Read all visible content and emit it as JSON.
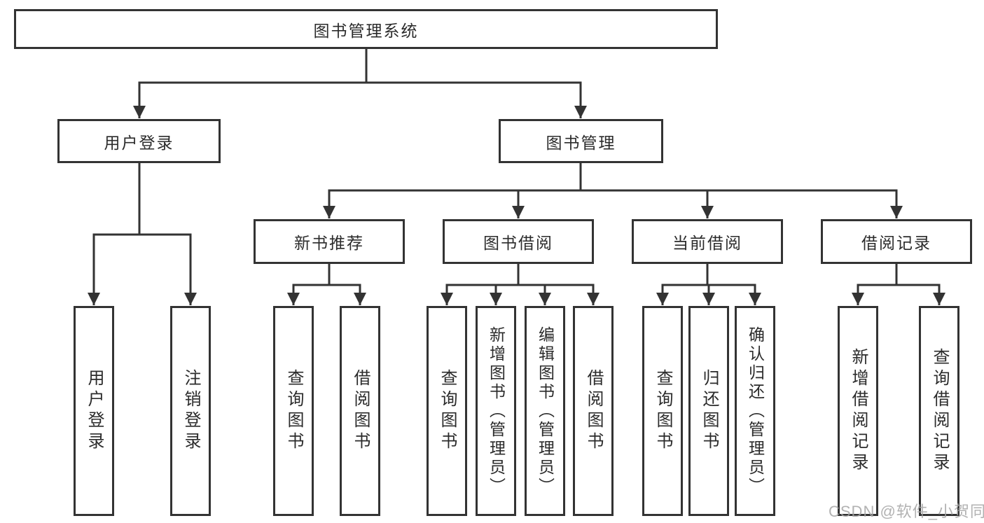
{
  "tree": {
    "label": "图书管理系统",
    "children": [
      {
        "label": "用户登录",
        "children": [
          {
            "label": "用户登录"
          },
          {
            "label": "注销登录"
          }
        ]
      },
      {
        "label": "图书管理",
        "children": [
          {
            "label": "新书推荐",
            "children": [
              {
                "label": "查询图书"
              },
              {
                "label": "借阅图书"
              }
            ]
          },
          {
            "label": "图书借阅",
            "children": [
              {
                "label": "查询图书"
              },
              {
                "label": "新增图书（管理员）"
              },
              {
                "label": "编辑图书（管理员）"
              },
              {
                "label": "借阅图书"
              }
            ]
          },
          {
            "label": "当前借阅",
            "children": [
              {
                "label": "查询图书"
              },
              {
                "label": "归还图书"
              },
              {
                "label": "确认归还（管理员）"
              }
            ]
          },
          {
            "label": "借阅记录",
            "children": [
              {
                "label": "新增借阅记录"
              },
              {
                "label": "查询借阅记录"
              }
            ]
          }
        ]
      }
    ]
  },
  "watermark": "CSDN @软件_小贺同学",
  "colors": {
    "line": "#333333",
    "box_border": "#333333",
    "text": "#2b2b2b",
    "background": "#ffffff",
    "watermark": "#a5a5a5"
  }
}
